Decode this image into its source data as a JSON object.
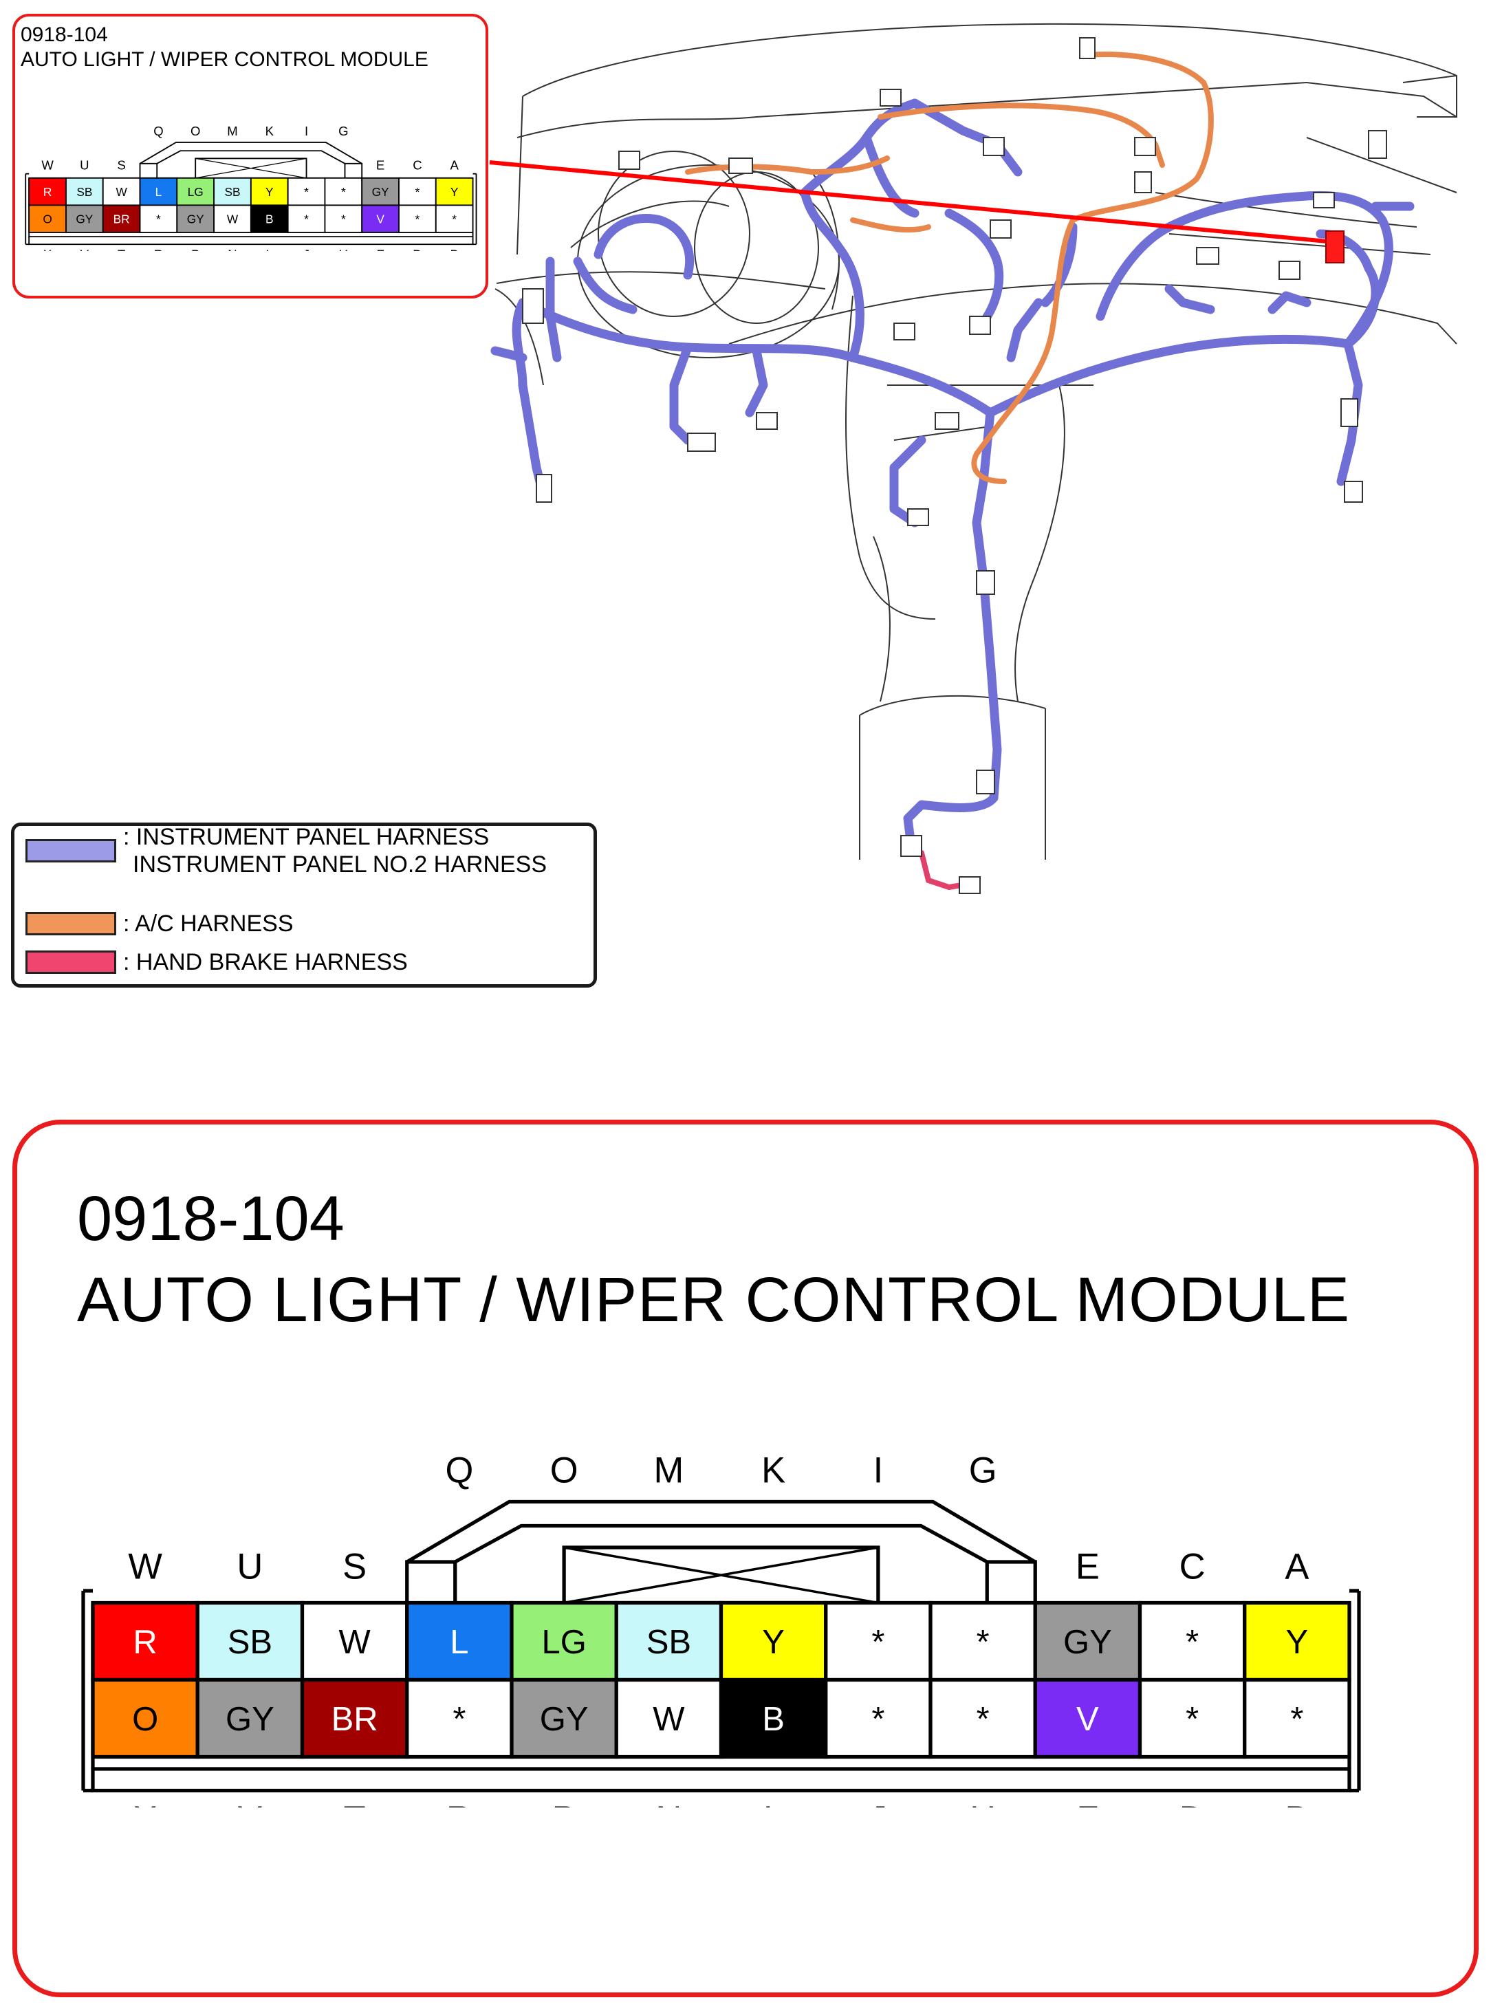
{
  "module": {
    "code": "0918-104",
    "name": "AUTO LIGHT / WIPER CONTROL MODULE"
  },
  "legend": [
    {
      "color": "#9b9be8",
      "label": ": INSTRUMENT PANEL HARNESS",
      "label2": "INSTRUMENT PANEL NO.2 HARNESS"
    },
    {
      "color": "#f0965a",
      "label": ": A/C HARNESS"
    },
    {
      "color": "#f0456e",
      "label": ": HAND BRAKE HARNESS"
    }
  ],
  "connector": {
    "top_outer_labels": [
      "W",
      "U",
      "S",
      "E",
      "C",
      "A"
    ],
    "top_inner_labels": [
      "Q",
      "O",
      "M",
      "K",
      "I",
      "G"
    ],
    "bottom_labels": [
      "X",
      "V",
      "T",
      "R",
      "P",
      "N",
      "L",
      "J",
      "H",
      "F",
      "D",
      "B"
    ],
    "top_row": [
      {
        "text": "R",
        "color": "#ff0000"
      },
      {
        "text": "SB",
        "color": "#c8f8fa"
      },
      {
        "text": "W",
        "color": "#ffffff"
      },
      {
        "text": "L",
        "color": "#1478f0"
      },
      {
        "text": "LG",
        "color": "#96f078"
      },
      {
        "text": "SB",
        "color": "#c8f8fa"
      },
      {
        "text": "Y",
        "color": "#ffff00"
      },
      {
        "text": "*",
        "color": "#ffffff"
      },
      {
        "text": "*",
        "color": "#ffffff"
      },
      {
        "text": "GY",
        "color": "#999999"
      },
      {
        "text": "*",
        "color": "#ffffff"
      },
      {
        "text": "Y",
        "color": "#ffff00"
      }
    ],
    "bottom_row": [
      {
        "text": "O",
        "color": "#ff7f00"
      },
      {
        "text": "GY",
        "color": "#999999"
      },
      {
        "text": "BR",
        "color": "#a00000"
      },
      {
        "text": "*",
        "color": "#ffffff"
      },
      {
        "text": "GY",
        "color": "#999999"
      },
      {
        "text": "W",
        "color": "#ffffff"
      },
      {
        "text": "B",
        "color": "#000000"
      },
      {
        "text": "*",
        "color": "#ffffff"
      },
      {
        "text": "*",
        "color": "#ffffff"
      },
      {
        "text": "V",
        "color": "#7a2cf5"
      },
      {
        "text": "*",
        "color": "#ffffff"
      },
      {
        "text": "*",
        "color": "#ffffff"
      }
    ]
  },
  "colors": {
    "ip_harness": "#9b9be8",
    "ac_harness": "#f0965a",
    "brake_harness": "#e0406a",
    "location_marker": "#ff1a1a",
    "leader_line": "#ff0000"
  }
}
